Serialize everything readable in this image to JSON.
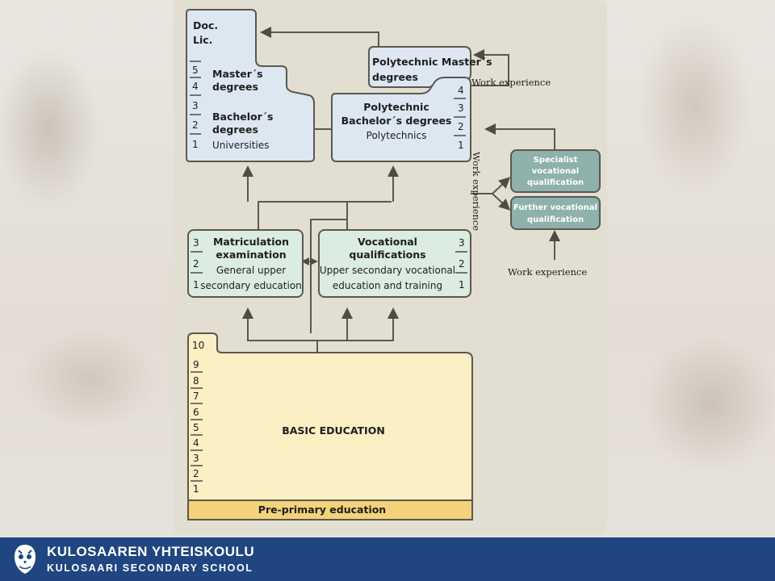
{
  "university": {
    "doc": "Doc.",
    "lic": "Lic.",
    "masters": [
      "Master´s",
      "degrees"
    ],
    "bachelors": [
      "Bachelor´s",
      "degrees"
    ],
    "name": "Universities",
    "years": [
      "5",
      "4",
      "3",
      "2",
      "1"
    ]
  },
  "polytechnic_master": [
    "Polytechnic Master´s",
    "degrees"
  ],
  "polytechnic": {
    "title": [
      "Polytechnic",
      "Bachelor´s degrees"
    ],
    "name": "Polytechnics",
    "years": [
      "4",
      "3",
      "2",
      "1"
    ]
  },
  "work_experience": "Work experience",
  "work_experience_vertical": "Work experience",
  "specialist": [
    "Specialist",
    "vocational",
    "qualification"
  ],
  "further": [
    "Further vocational",
    "qualification"
  ],
  "matriculation": {
    "title": [
      "Matriculation",
      "examination"
    ],
    "sub": [
      "General upper",
      "secondary education"
    ],
    "years": [
      "3",
      "2",
      "1"
    ]
  },
  "vocational": {
    "title": [
      "Vocational",
      "qualifications"
    ],
    "sub": [
      "Upper secondary vocational",
      "education and training"
    ],
    "years": [
      "3",
      "2",
      "1"
    ]
  },
  "basic": {
    "title": "BASIC EDUCATION",
    "extra_year": "10",
    "years": [
      "9",
      "8",
      "7",
      "6",
      "5",
      "4",
      "3",
      "2",
      "1"
    ]
  },
  "pre_primary": "Pre-primary education",
  "footer": {
    "name_fi": "KULOSAAREN YHTEISKOULU",
    "name_en": "KULOSAARI SECONDARY SCHOOL"
  }
}
